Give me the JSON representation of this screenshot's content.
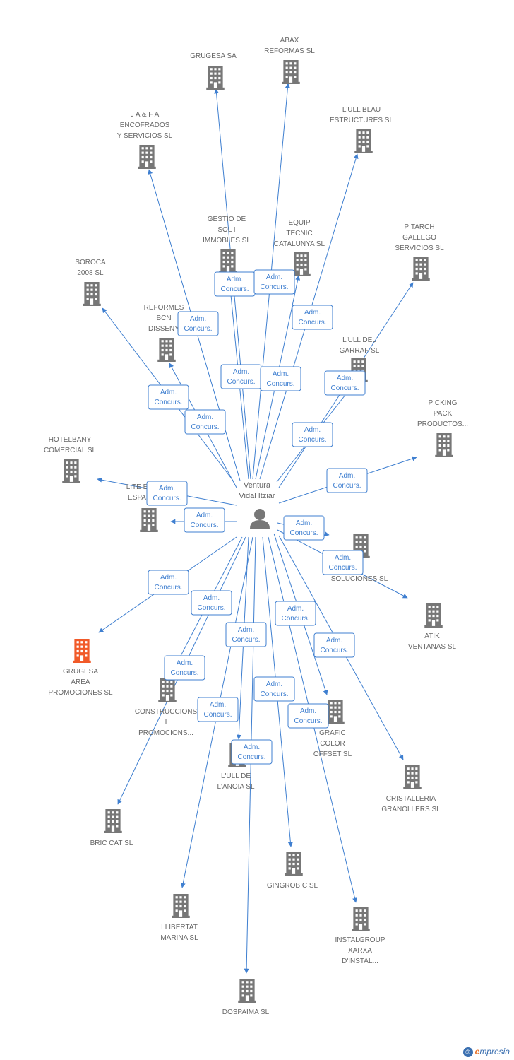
{
  "center": {
    "name_lines": [
      "Ventura",
      "Vidal Itziar"
    ],
    "icon": "person-icon"
  },
  "edge_label_lines": [
    "Adm.",
    "Concurs."
  ],
  "colors": {
    "edge": "#3f7fd0",
    "node": "#777777",
    "highlight": "#f15a29",
    "text": "#666666"
  },
  "companies": [
    {
      "id": "grugesa-sa",
      "lines": [
        "GRUGESA SA"
      ]
    },
    {
      "id": "abax-reformas",
      "lines": [
        "ABAX",
        "REFORMAS SL"
      ]
    },
    {
      "id": "lull-blau",
      "lines": [
        "L'ULL BLAU",
        "ESTRUCTURES SL"
      ]
    },
    {
      "id": "jaf-encofrados",
      "lines": [
        "J A & F A",
        "ENCOFRADOS",
        "Y SERVICIOS SL"
      ]
    },
    {
      "id": "gestio-soli",
      "lines": [
        "GESTIO DE",
        "SOL I",
        "IMMOBLES SL"
      ]
    },
    {
      "id": "equip-tecnic",
      "lines": [
        "EQUIP",
        "TECNIC",
        "CATALUNYA SL"
      ]
    },
    {
      "id": "pitarch-gallego",
      "lines": [
        "PITARCH",
        "GALLEGO",
        "SERVICIOS SL"
      ]
    },
    {
      "id": "soroca-2008",
      "lines": [
        "SOROCA",
        "2008 SL"
      ]
    },
    {
      "id": "reformes-bcn",
      "lines": [
        "REFORMES",
        "BCN",
        "DISSENY"
      ]
    },
    {
      "id": "lull-garraf",
      "lines": [
        "L'ULL DEL",
        "GARRAF SL"
      ]
    },
    {
      "id": "picking-pack",
      "lines": [
        "PICKING",
        "PACK",
        "PRODUCTOS..."
      ]
    },
    {
      "id": "hotelbany",
      "lines": [
        "HOTELBANY",
        "COMERCIAL SL"
      ]
    },
    {
      "id": "lite-espa",
      "lines": [
        "LITE E",
        "ESPA"
      ]
    },
    {
      "id": "soluciones",
      "lines": [
        "P",
        "SOLUCIONES SL"
      ]
    },
    {
      "id": "atik-ventanas",
      "lines": [
        "ATIK",
        "VENTANAS SL"
      ]
    },
    {
      "id": "grugesa-area",
      "lines": [
        "GRUGESA",
        "AREA",
        "PROMOCIONES SL"
      ],
      "highlight": true
    },
    {
      "id": "construccions",
      "lines": [
        "CONSTRUCCIONS",
        "I",
        "PROMOCIONS..."
      ]
    },
    {
      "id": "grafic-color",
      "lines": [
        "GRAFIC",
        "COLOR",
        "OFFSET SL"
      ]
    },
    {
      "id": "lull-anoia",
      "lines": [
        "L'ULL DE",
        "L'ANOIA SL"
      ]
    },
    {
      "id": "cristalleria",
      "lines": [
        "CRISTALLERIA",
        "GRANOLLERS SL"
      ]
    },
    {
      "id": "bric-cat",
      "lines": [
        "BRIC CAT SL"
      ]
    },
    {
      "id": "gingrobic",
      "lines": [
        "GINGROBIC SL"
      ]
    },
    {
      "id": "llibertat-marina",
      "lines": [
        "LLIBERTAT",
        "MARINA SL"
      ]
    },
    {
      "id": "instalgroup",
      "lines": [
        "INSTALGROUP",
        "XARXA",
        "D'INSTAL..."
      ]
    },
    {
      "id": "dospaima",
      "lines": [
        "DOSPAIMA SL"
      ]
    }
  ],
  "footer": {
    "brand_rest": "mpresia",
    "brand_e": "e",
    "copyright": "©"
  }
}
